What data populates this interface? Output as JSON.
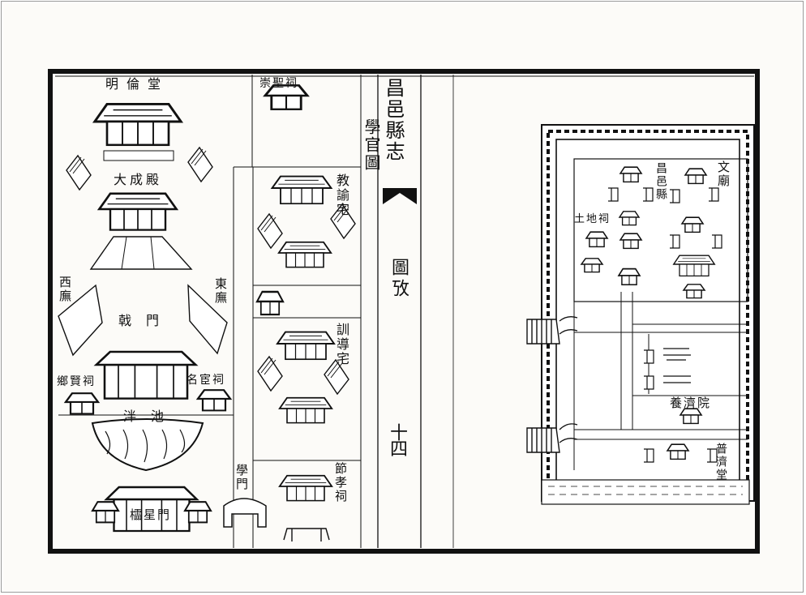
{
  "book": {
    "title": "昌邑縣志",
    "section": "學官圖",
    "bam_label": "圖攷",
    "page_number": "十四"
  },
  "left_map": {
    "labels": {
      "minglun": "明倫堂",
      "chongsheng": "崇聖祠",
      "dacheng": "大成殿",
      "jiaoyu": "教諭宅",
      "xiwu": "西廡",
      "dongwu": "東廡",
      "jimen": "戟門",
      "xunjie": "訓導宅",
      "xiangxian": "鄉賢祠",
      "minghuan": "名宦祠",
      "panchi": "泮池",
      "xuemen": "學門",
      "jiexiao": "節孝祠",
      "lingxing": "櫺星門"
    }
  },
  "right_map": {
    "labels": {
      "wenmiao": "文廟",
      "changyi": "昌邑縣",
      "tudi": "土地祠",
      "yangji": "養濟院",
      "puji": "普濟堂"
    }
  },
  "colors": {
    "ink": "#111111",
    "paper": "#fcfbf8",
    "frame": "#9a9a9a"
  }
}
